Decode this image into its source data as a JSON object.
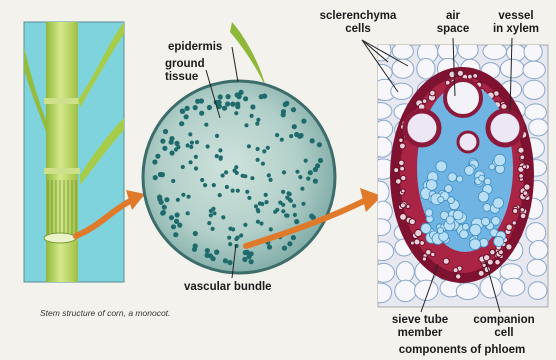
{
  "labels": {
    "epidermis": "epidermis",
    "ground_tissue_1": "ground",
    "ground_tissue_2": "tissue",
    "vascular_bundle": "vascular bundle",
    "sclerenchyma_1": "sclerenchyma",
    "sclerenchyma_2": "cells",
    "air_space_1": "air",
    "air_space_2": "space",
    "vessel_1": "vessel",
    "vessel_2": "in xylem",
    "sieve_tube_1": "sieve tube",
    "sieve_tube_2": "member",
    "companion_1": "companion",
    "companion_2": "cell",
    "phloem": "components of phloem"
  },
  "caption": "Stem structure of corn, a monocot.",
  "colors": {
    "background": "#f4f2ec",
    "left_panel": "#7fd3dd",
    "stem": "#b9d65a",
    "cross_section": "#a9c7c2",
    "arrow": "#e07a2a",
    "sclerenchyma": "#9a1a3a",
    "xylem_vessel": "#c8b8dc",
    "phloem": "#4fa8d8"
  },
  "icons": [
    "orange-arrow",
    "corn-stem-illustration",
    "stem-cross-section",
    "vascular-bundle-micrograph"
  ]
}
